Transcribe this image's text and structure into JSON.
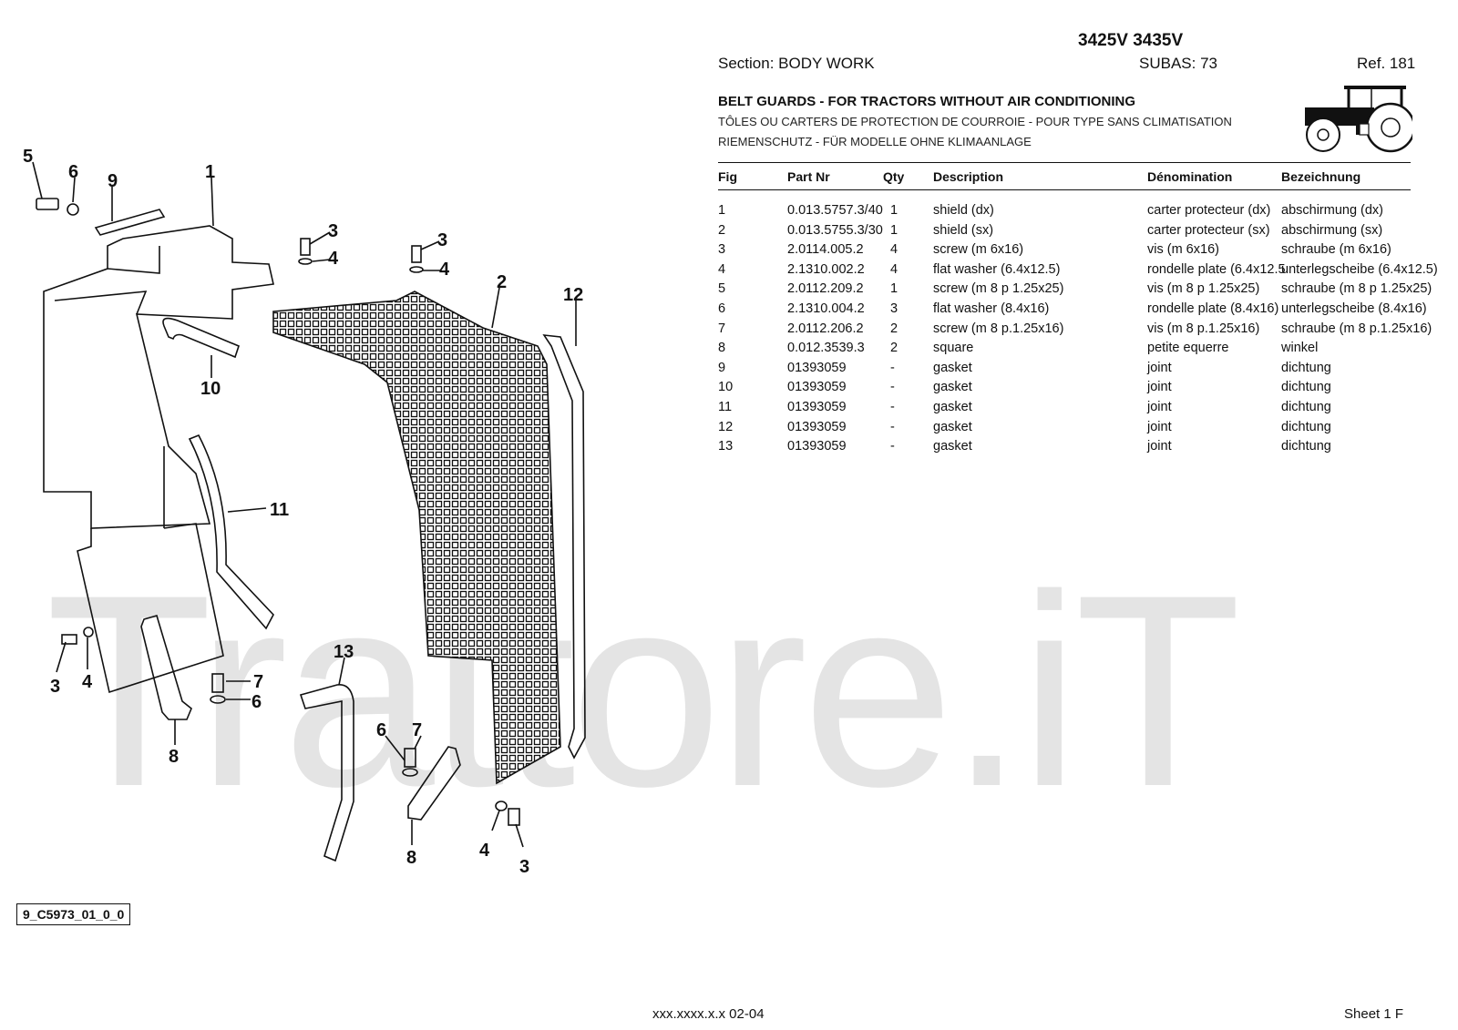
{
  "header": {
    "model": "3425V 3435V",
    "section": "Section: BODY  WORK",
    "subas": "SUBAS: 73",
    "ref": "Ref. 181",
    "title_en": "BELT GUARDS - FOR TRACTORS WITHOUT AIR CONDITIONING",
    "title_fr": "TÔLES OU CARTERS DE PROTECTION DE COURROIE - POUR TYPE SANS CLIMATISATION",
    "title_de": "RIEMENSCHUTZ - FÜR MODELLE OHNE KLIMAANLAGE"
  },
  "table": {
    "columns": [
      "Fig",
      "Part Nr",
      "Qty",
      "Description",
      "Dénomination",
      "Bezeichnung"
    ],
    "rows": [
      [
        "1",
        "0.013.5757.3/40",
        "1",
        "shield (dx)",
        "carter protecteur (dx)",
        "abschirmung (dx)"
      ],
      [
        "2",
        "0.013.5755.3/30",
        "1",
        "shield (sx)",
        "carter protecteur (sx)",
        "abschirmung (sx)"
      ],
      [
        "3",
        "2.0114.005.2",
        "4",
        "screw (m 6x16)",
        "vis (m 6x16)",
        "schraube (m 6x16)"
      ],
      [
        "4",
        "2.1310.002.2",
        "4",
        "flat washer (6.4x12.5)",
        "rondelle plate (6.4x12.5",
        "unterlegscheibe (6.4x12.5)"
      ],
      [
        "5",
        "2.0112.209.2",
        "1",
        "screw (m 8 p 1.25x25)",
        "vis (m 8 p 1.25x25)",
        "schraube (m 8 p 1.25x25)"
      ],
      [
        "6",
        "2.1310.004.2",
        "3",
        "flat washer (8.4x16)",
        "rondelle plate (8.4x16)",
        "unterlegscheibe (8.4x16)"
      ],
      [
        "7",
        "2.0112.206.2",
        "2",
        "screw (m 8 p.1.25x16)",
        "vis (m 8 p.1.25x16)",
        "schraube (m 8 p.1.25x16)"
      ],
      [
        "8",
        "0.012.3539.3",
        "2",
        "square",
        "petite equerre",
        "winkel"
      ],
      [
        "9",
        "01393059",
        "-",
        "gasket",
        "joint",
        "dichtung"
      ],
      [
        "10",
        "01393059",
        "-",
        "gasket",
        "joint",
        "dichtung"
      ],
      [
        "11",
        "01393059",
        "-",
        "gasket",
        "joint",
        "dichtung"
      ],
      [
        "12",
        "01393059",
        "-",
        "gasket",
        "joint",
        "dichtung"
      ],
      [
        "13",
        "01393059",
        "-",
        "gasket",
        "joint",
        "dichtung"
      ]
    ]
  },
  "drawing": {
    "callouts": [
      "5",
      "6",
      "9",
      "1",
      "3",
      "4",
      "3",
      "4",
      "2",
      "12",
      "10",
      "11",
      "3",
      "4",
      "7",
      "6",
      "13",
      "8",
      "6",
      "7",
      "8",
      "4",
      "3"
    ]
  },
  "watermark": "Trattore.iT",
  "figure_code": "9_C5973_01_0_0",
  "footer": {
    "left": "xxx.xxxx.x.x  02-04",
    "right": "Sheet 1 F"
  },
  "icons": {
    "tractor": "tractor-icon"
  }
}
